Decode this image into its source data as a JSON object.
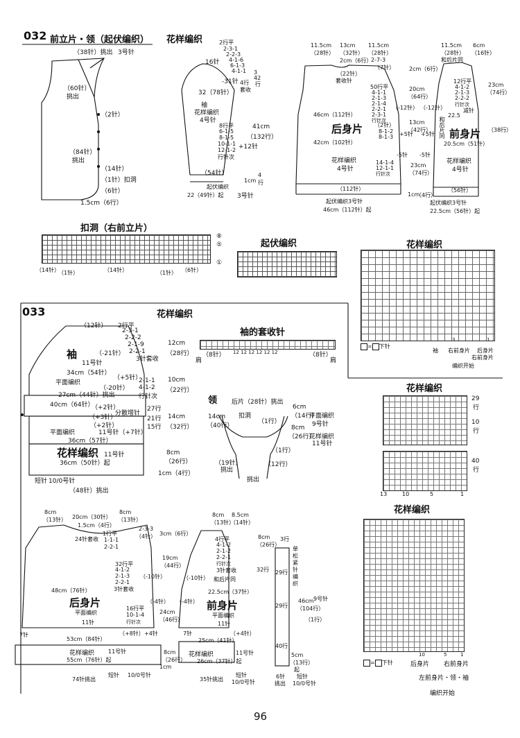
{
  "p032": {
    "num": "032",
    "title": "前立片・领（起伏编织）",
    "title2": "花样编织",
    "front_labels": [
      "（38针）挑出",
      "3号针",
      "（60针）",
      "挑出",
      "（2针）",
      "（84针）",
      "挑出",
      "（14针）",
      "（1针）扣洞",
      "（6针）",
      "1.5cm（6行）"
    ],
    "sleeve_labels": [
      "2行平",
      "2-3-1",
      "2-2-3",
      "4-1-6",
      "6-1-3",
      "4-1-1",
      "16针",
      "-31针",
      "3",
      "42",
      "行",
      "4行",
      "32（78针）",
      "套收",
      "袖",
      "花样编织",
      "4号针",
      "8行平",
      "6-1-5",
      "8-1-5",
      "10-1-1",
      "12-1-2",
      "行针次",
      "41cm",
      "（132行）",
      "+12针",
      "（54针）",
      "起伏编织",
      "22（49针）起",
      "3号针",
      "1cm",
      "4",
      "行"
    ],
    "back_labels": [
      "11.5cm",
      "（28针）",
      "13cm",
      "（32针）",
      "11.5cm",
      "（28针）",
      "2cm（6行）",
      "2-7-3",
      "（7针）",
      "（22针）",
      "套收针",
      "50行平",
      "4-1-1",
      "2-1-3",
      "2-1-4",
      "2-2-1",
      "2-3-1",
      "行针次",
      "（-12针）",
      "（-12针）",
      "20cm",
      "（64行）",
      "46cm（112针）",
      "后身片",
      "（2针）",
      "8-1-2",
      "8-1-3",
      "13cm",
      "（42行）",
      "+5针",
      "+5针",
      "42cm（102针）",
      "花样编织",
      "4号针",
      "14-1-4",
      "12-1-1",
      "行针次",
      "-5针",
      "-5针",
      "23cm",
      "（74行）",
      "（112针）",
      "1cm",
      "（4行）",
      "起伏编织3号针",
      "46cm（112针）起"
    ],
    "front_body_labels": [
      "11.5cm",
      "6cm",
      "（28针）",
      "（16针）",
      "和后片同",
      "2cm（6行）",
      "12行平",
      "4-1-2",
      "2-1-3",
      "2-2-2",
      "行针次",
      "减针",
      "22.5",
      "23cm",
      "（74行）",
      "和后片同",
      "（38行）",
      "前身片",
      "20.5cm（51针）",
      "花样编织",
      "4号针",
      "（56针）",
      "起伏编织3号针",
      "22.5cm（56针）起"
    ],
    "buttonhole_title": "扣洞（右前立片）",
    "buttonhole_labels": [
      "（14针）",
      "（1针）",
      "（14针）",
      "（1针）",
      "（6针）",
      "⑧",
      "⑤",
      "①"
    ],
    "garter_title": "起伏编织",
    "pattern_title": "花样编织",
    "pattern_legend": [
      "=",
      "下针"
    ],
    "pattern_bottom": [
      "袖",
      "右前身片",
      "后身片",
      "右前身片",
      "编织开始",
      "3",
      "1"
    ]
  },
  "p033": {
    "num": "033",
    "title": "花样编织",
    "sleeve_labels": [
      "（12针）",
      "2行平",
      "2-3-1",
      "2-2-2",
      "2-1-9",
      "2-2-1",
      "3针套收",
      "袖",
      "（-21针）",
      "11号针",
      "12cm",
      "（28行）",
      "34cm（54针）",
      "平面编织",
      "（+5针）",
      "2-1-1",
      "4-1-2",
      "行针次",
      "（-20针）",
      "27cm（44针）挑出",
      "10cm",
      "（22行）",
      "40cm（64针）",
      "（+2针）",
      "分散增针",
      "27行",
      "（+3针）",
      "21行",
      "14cm",
      "（+2针）",
      "（32行）",
      "11号针（+7针）",
      "15行",
      "平面编织",
      "36cm（57针）",
      "花样编织",
      "11号针",
      "36cm（50针）起",
      "8cm",
      "（26行）",
      "1cm（4行）",
      "短针",
      "10/0号针",
      "（48针）挑出"
    ],
    "sleeve_cast_title": "袖的套收针",
    "sleeve_cast_labels": [
      "（8针）",
      "（8针）",
      "肩",
      "肩",
      "12 12 12 12 12 12"
    ],
    "collar_labels": [
      "领",
      "后片（28针）挑出",
      "6cm",
      "（14行）",
      "平面编织",
      "9号针",
      "14cm",
      "（40行）",
      "扣洞",
      "（1行）",
      "8cm",
      "（26行）",
      "花样编织",
      "11号针",
      "（1行）",
      "（19针）",
      "挑出",
      "（12行）",
      "挑出"
    ],
    "pattern1_title": "花样编织",
    "pattern1_labels": [
      "29",
      "行",
      "10",
      "行",
      "40",
      "行",
      "13",
      "10",
      "5",
      "1"
    ],
    "pattern2_title": "花样编织",
    "pattern2_legend": [
      "=",
      "下针"
    ],
    "pattern2_bottom": [
      "后身片",
      "右前身片",
      "左前身片・领・袖",
      "编织开始",
      "10",
      "5",
      "1"
    ],
    "back_labels": [
      "8cm",
      "（13针）",
      "20cm（30针）",
      "8cm",
      "（13针）",
      "1.5cm（4行）",
      "2-3-3",
      "（4针）",
      "3cm（6行）",
      "24针套收",
      "1行平",
      "1-1-1",
      "2-2-1",
      "32行平",
      "4-1-2",
      "2-1-3",
      "2-2-1",
      "3针套收",
      "19cm",
      "（44行）",
      "（-10针）",
      "48cm（76针）",
      "后身片",
      "平面编织",
      "11针",
      "（-4针）",
      "16行平",
      "10-1-4",
      "行针次",
      "24cm",
      "（46行）",
      "7针",
      "（+8针）",
      "+4针",
      "53cm（84针）",
      "花样编织",
      "11号针",
      "55cm（76针）起",
      "8cm",
      "（26行）",
      "1cm",
      "74针挑出",
      "短针",
      "10/0号针"
    ],
    "front_labels": [
      "8cm",
      "8.5cm",
      "（13针）",
      "（14针）",
      "4行平",
      "4-1-2",
      "2-1-2",
      "2-2-1",
      "行针次",
      "3针套收",
      "8cm",
      "（26行）",
      "（-10针）",
      "和后片同",
      "22.5cm（37针）",
      "前身片",
      "平面编织",
      "11针",
      "（-4针）",
      "7针",
      "（+4针）",
      "25cm（41针）",
      "花样编织",
      "11号针",
      "26cm（37针）起",
      "35针挑出",
      "短针",
      "10/0号针"
    ],
    "band_labels": [
      "单",
      "松",
      "紧",
      "针",
      "编",
      "织",
      "3行",
      "32行",
      "29行",
      "29行",
      "（1行）",
      "46cm",
      "（104行）",
      "9号针",
      "40行",
      "6针",
      "挑出",
      "5cm",
      "（13行）",
      "起",
      "短针",
      "10/0号针"
    ]
  },
  "page_number": "96"
}
